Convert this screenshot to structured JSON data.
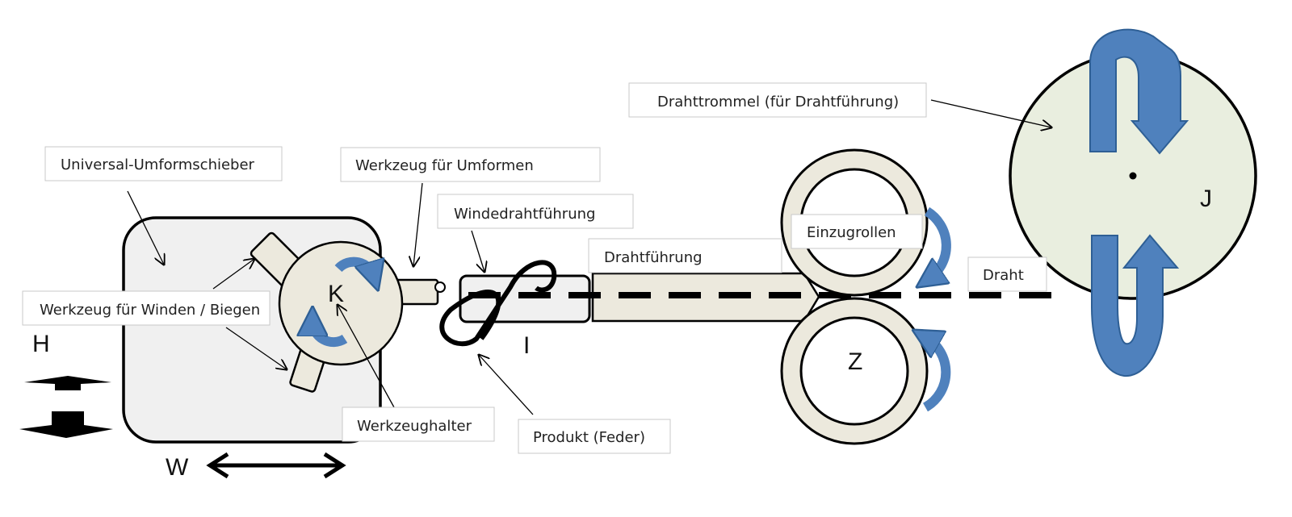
{
  "labels": {
    "universal_umformschieber": "Universal-Umformschieber",
    "werkzeug_fuer_umformen": "Werkzeug für Umformen",
    "windedrahtfuehrung": "Windedrahtführung",
    "drahtfuehrung": "Drahtführung",
    "einzugrollen": "Einzugrollen",
    "draht": "Draht",
    "drahttrommel": "Drahttrommel (für Drahtführung)",
    "werkzeug_fuer_winden_biegen": "Werkzeug für Winden / Biegen",
    "werkzeughalter": "Werkzeughalter",
    "produkt_feder": "Produkt (Feder)"
  },
  "letters": {
    "h": "H",
    "w": "W",
    "k": "K",
    "i": "I",
    "z": "Z",
    "j": "J"
  },
  "colors": {
    "slide_fill": "#f0f0f0",
    "hub_fill": "#ece9dd",
    "drum_fill": "#e9eedf",
    "arrow_blue": "#4f81bd",
    "arrow_blue_dark": "#2e5f95",
    "outline": "#000000"
  },
  "icons": {
    "vertical_move": "up-down-arrow-icon",
    "horizontal_move": "left-right-arrow-icon",
    "rotation": "curved-rotation-arrow-icon"
  }
}
